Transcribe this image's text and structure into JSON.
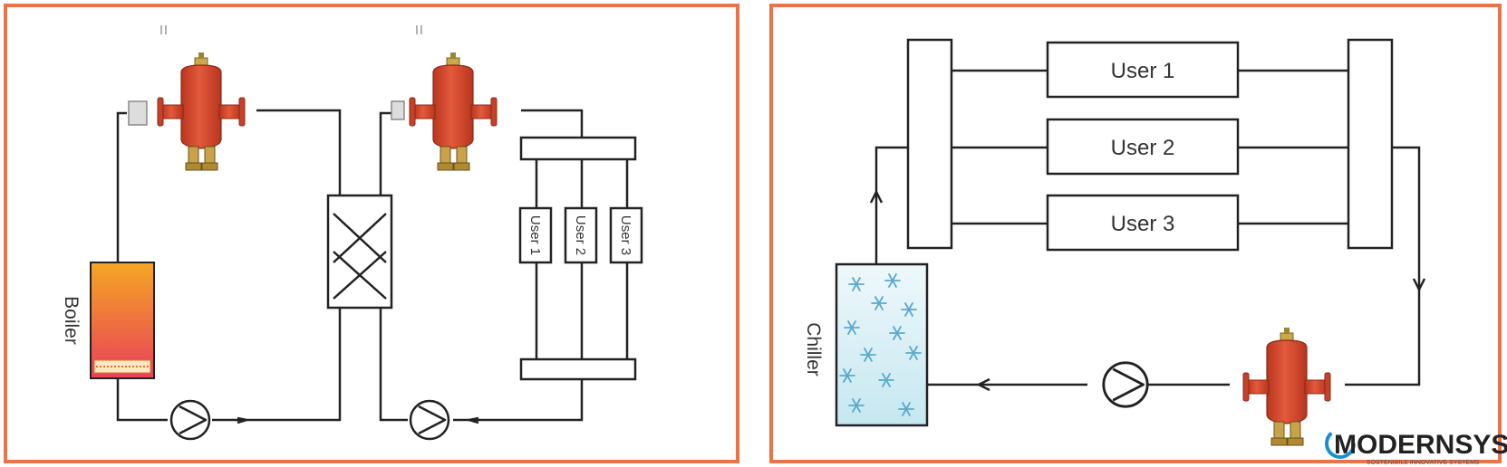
{
  "panels": {
    "left": {
      "boiler_label": "Boiler",
      "users": [
        "User 1",
        "User 2",
        "User 3"
      ]
    },
    "right": {
      "chiller_label": "Chiller",
      "users": [
        "User 1",
        "User 2",
        "User 3"
      ]
    }
  },
  "brand": {
    "logo_text": "MODERNSYS",
    "tagline": "SOSTENIBILE INNOVATIVE SYSTEMS"
  },
  "colors": {
    "frame": "#e8744a",
    "separator_red": "#d64a2c",
    "boiler_top": "#f5a623",
    "boiler_bottom": "#e8405a",
    "chiller_fill": "#d4eef5",
    "snowflake": "#5aa9cf"
  }
}
